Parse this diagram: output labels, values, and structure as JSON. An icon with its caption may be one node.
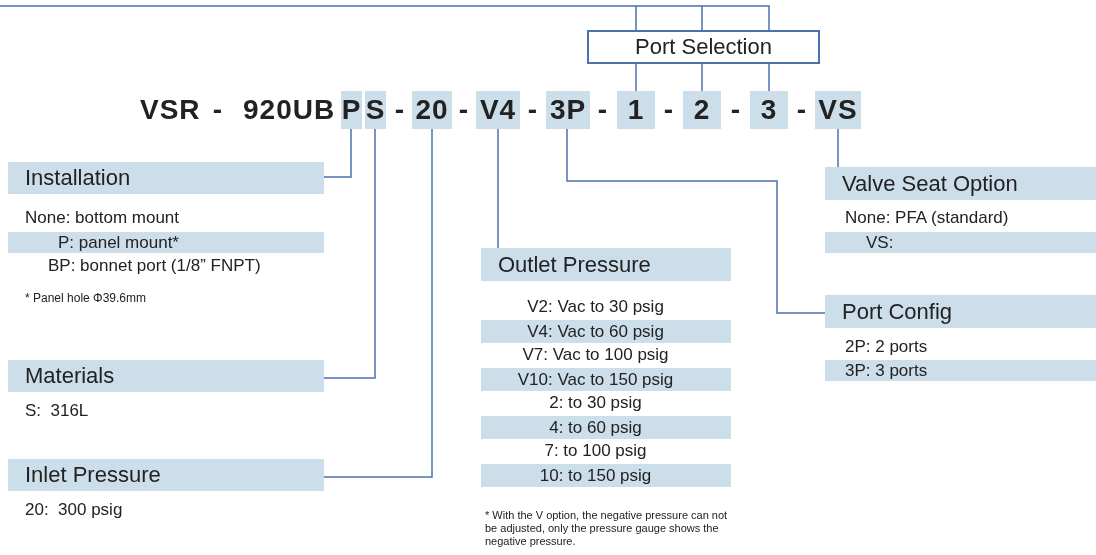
{
  "diagram": {
    "nodes": [
      {
        "text": [
          "P"
        ]
      },
      {
        "text": [
          "S"
        ]
      },
      {
        "text": [
          "20"
        ]
      },
      {
        "text": [
          "V4"
        ]
      },
      {
        "text": [
          "3P"
        ]
      },
      {
        "text": [
          "1"
        ]
      },
      {
        "text": [
          "2"
        ]
      },
      {
        "text": [
          "3"
        ]
      },
      {
        "text": [
          "VS"
        ]
      },
      {
        "text": [
          "Port Selection"
        ]
      },
      {
        "text": [
          "Installation"
        ]
      },
      {
        "text": [
          "P: panel mount*"
        ]
      },
      {
        "text": [
          "Materials"
        ]
      },
      {
        "text": [
          "Inlet Pressure"
        ]
      },
      {
        "text": [
          "Outlet Pressure"
        ]
      },
      {
        "text": [
          "V4: Vac to 60 psig"
        ]
      },
      {
        "text": [
          "V10: Vac to 150 psig"
        ]
      },
      {
        "text": [
          "4: to 60 psig"
        ]
      },
      {
        "text": [
          "10: to 150 psig"
        ]
      },
      {
        "text": [
          "Valve Seat Option"
        ]
      },
      {
        "text": [
          "VS:"
        ]
      },
      {
        "text": [
          "Port Config"
        ]
      },
      {
        "text": [
          "3P: 3 ports"
        ]
      }
    ],
    "edges": [
      {
        "from": 0,
        "to": 10,
        "arrow": "none"
      },
      {
        "from": 1,
        "to": 12,
        "arrow": "none"
      },
      {
        "from": 2,
        "to": 13,
        "arrow": "none"
      },
      {
        "from": 3,
        "to": 14,
        "arrow": "none"
      },
      {
        "from": 4,
        "to": 21,
        "arrow": "none"
      },
      {
        "from": 8,
        "to": 19,
        "arrow": "none"
      },
      {
        "from": 9,
        "to": 5,
        "arrow": "none"
      },
      {
        "from": 9,
        "to": 6,
        "arrow": "none"
      },
      {
        "from": 9,
        "to": 7,
        "arrow": "none"
      },
      {
        "from": 9,
        "to": null,
        "arrow": "none"
      }
    ],
    "labels": [
      "VSR",
      "-",
      "920UB",
      "-",
      "-",
      "-",
      "-",
      "-",
      "-",
      "-",
      "None: bottom mount",
      "BP: bonnet port (1/8” FNPT)",
      "* Panel hole Φ39.6mm",
      "S:  316L",
      "20:  300 psig",
      "V2: Vac to 30 psig",
      "V7: Vac to 100 psig",
      "2: to 30 psig",
      "7: to 100 psig",
      "* With the V option, the negative pressure can not be adjusted, only the pressure gauge shows the negative pressure.",
      "None: PFA (standard)",
      "2P: 2 ports"
    ]
  }
}
